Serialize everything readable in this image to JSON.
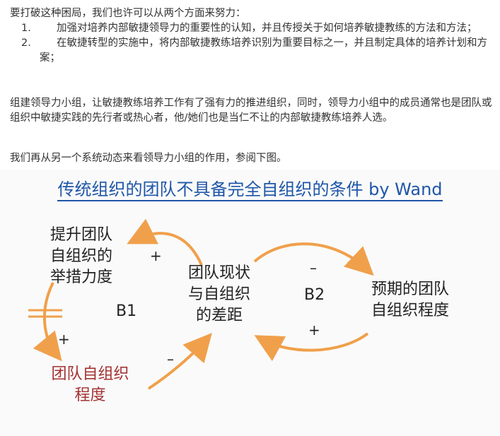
{
  "intro": {
    "lead": "要打破这种困局，我们也许可以从两个方面来努力：",
    "items": [
      {
        "num": "1.",
        "text": "加强对培养内部敏捷领导力的重要性的认知，并且传授关于如何培养敏捷教练的方法和方法；"
      },
      {
        "num": "2.",
        "text": "在敏捷转型的实施中，将内部敏捷教练培养识别为重要目标之一，并且制定具体的培养计划和方案；"
      }
    ]
  },
  "paragraph2": "组建领导力小组，让敏捷教练培养工作有了强有力的推进组织，同时，领导力小组中的成员通常也是团队或组织中敏捷实践的先行者或热心者，他/她们也是当仁不让的内部敏捷教练培养人选。",
  "paragraph3": "我们再从另一个系统动态来看领导力小组的作用，参阅下图。",
  "diagram": {
    "title": "传统组织的团队不具备完全自组织的条件 by Wand",
    "nodes": {
      "effort": [
        "提升团队",
        "自组织的",
        "举措力度"
      ],
      "gap": [
        "团队现状",
        "与自组织",
        "的差距"
      ],
      "expected": [
        "预期的团队",
        "自组织程度"
      ],
      "degree": [
        "团队自组织",
        "程度"
      ]
    },
    "loops": {
      "b1": "B1",
      "b2": "B2"
    },
    "signs": {
      "plus1": "+",
      "plus2": "+",
      "plus3": "+",
      "minus1": "–",
      "minus2": "–"
    },
    "colors": {
      "arrow": "#f0a04b",
      "title": "#1f56a8",
      "red_node": "#a33232"
    }
  }
}
